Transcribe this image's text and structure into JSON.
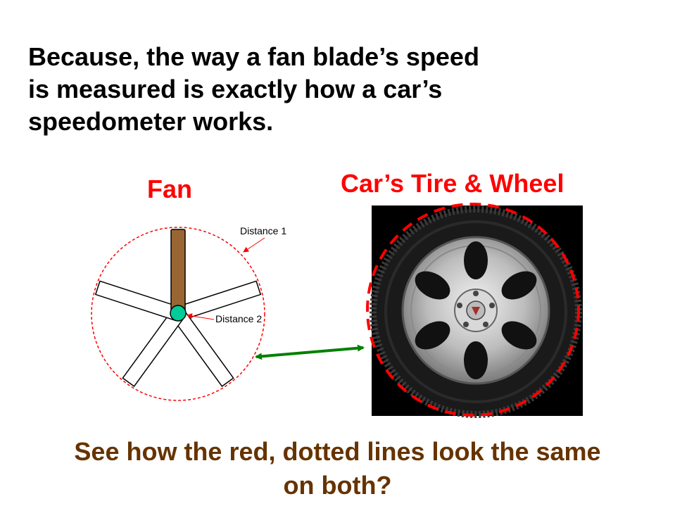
{
  "headline": {
    "lines": [
      "Because, the way a fan blade’s speed",
      "is measured is exactly how a car’s",
      "speedometer works."
    ]
  },
  "fan": {
    "title": "Fan",
    "distance1_label": "Distance 1",
    "distance2_label": "Distance 2"
  },
  "car": {
    "title": "Car’s Tire & Wheel"
  },
  "footer": {
    "lines": [
      "See how the red, dotted lines look the same",
      "on both?"
    ]
  },
  "colors": {
    "dotted_circle": "#ff0000",
    "arrow": "#008000",
    "footer_text": "#663300",
    "title_red": "#ff0000",
    "blade_highlight": "#996633",
    "hub": "#00cc99"
  }
}
